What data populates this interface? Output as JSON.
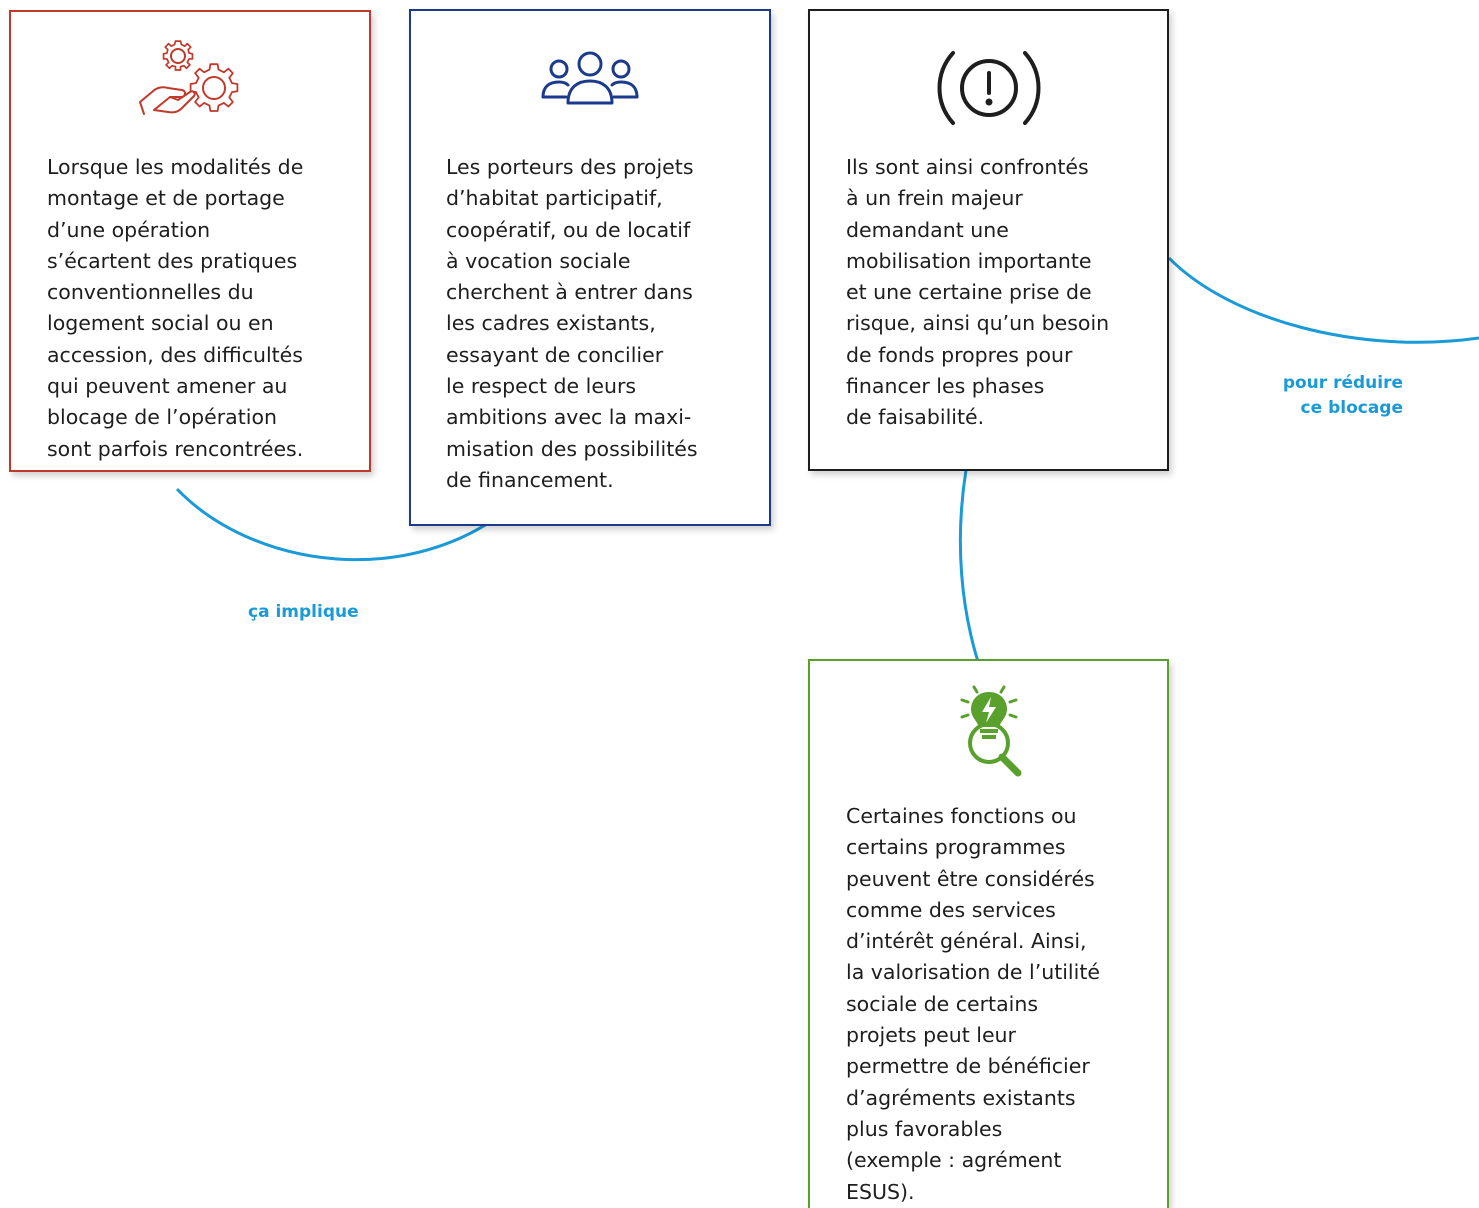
{
  "colors": {
    "red_border": "#c0392b",
    "blue_border": "#1b3a8c",
    "black_border": "#1e1e1e",
    "green_border": "#5aa02c",
    "connector": "#1a9ad6"
  },
  "boxes": {
    "red": {
      "icon": "gears-hand-icon",
      "text": "Lorsque les modalités de\nmontage et de portage\nd’une opération\ns’écartent des pratiques\nconventionnelles du\nlogement social ou en\naccession, des difficultés\nqui peuvent amener au\nblocage de l’opération\nsont parfois rencontrées."
    },
    "blue": {
      "icon": "people-group-icon",
      "text": "Les porteurs des projets\nd’habitat participatif,\ncoopératif, ou de locatif\nà vocation sociale\ncherchent à entrer dans\nles cadres existants,\nessayant de concilier\nle respect de leurs\nambitions avec la maxi-\nmisation des possibilités\nde financement."
    },
    "black": {
      "icon": "warning-circle-icon",
      "text": "Ils sont ainsi confrontés\nà un frein majeur\ndemandant une\nmobilisation importante\net une certaine prise de\nrisque, ainsi qu’un besoin\nde fonds propres pour\nfinancer les phases\nde faisabilité."
    },
    "green": {
      "icon": "lightbulb-search-icon",
      "text": "Certaines fonctions ou\ncertains programmes\npeuvent être considérés\ncomme des services\nd’intérêt général. Ainsi,\nla valorisation de l’utilité\nsociale de certains\nprojets peut leur\npermettre de bénéficier\nd’agréments existants\nplus favorables\n(exemple : agrément\nESUS)."
    }
  },
  "connectors": {
    "implique_label": "ça implique",
    "reduire_label": "pour réduire\nce blocage"
  }
}
